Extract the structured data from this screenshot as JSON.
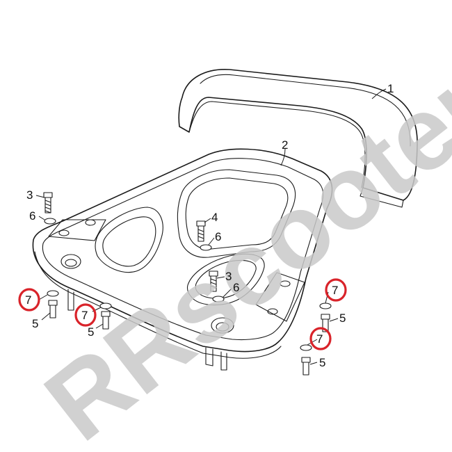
{
  "watermark": {
    "text": "RRscooters",
    "color": "#c9c9c9"
  },
  "highlight_color": "#d9232a",
  "callouts": [
    {
      "id": "c1",
      "label": "1",
      "highlighted": false
    },
    {
      "id": "c2",
      "label": "2",
      "highlighted": false
    },
    {
      "id": "c3a",
      "label": "3",
      "highlighted": false
    },
    {
      "id": "c6a",
      "label": "6",
      "highlighted": false
    },
    {
      "id": "c4",
      "label": "4",
      "highlighted": false
    },
    {
      "id": "c6b",
      "label": "6",
      "highlighted": false
    },
    {
      "id": "c3b",
      "label": "3",
      "highlighted": false
    },
    {
      "id": "c6c",
      "label": "6",
      "highlighted": false
    },
    {
      "id": "c7a",
      "label": "7",
      "highlighted": true
    },
    {
      "id": "c5a",
      "label": "5",
      "highlighted": false
    },
    {
      "id": "c7b",
      "label": "7",
      "highlighted": true
    },
    {
      "id": "c5b",
      "label": "5",
      "highlighted": false
    },
    {
      "id": "c7c",
      "label": "7",
      "highlighted": true
    },
    {
      "id": "c5c",
      "label": "5",
      "highlighted": false
    },
    {
      "id": "c7d",
      "label": "7",
      "highlighted": true
    },
    {
      "id": "c5d",
      "label": "5",
      "highlighted": false
    }
  ]
}
